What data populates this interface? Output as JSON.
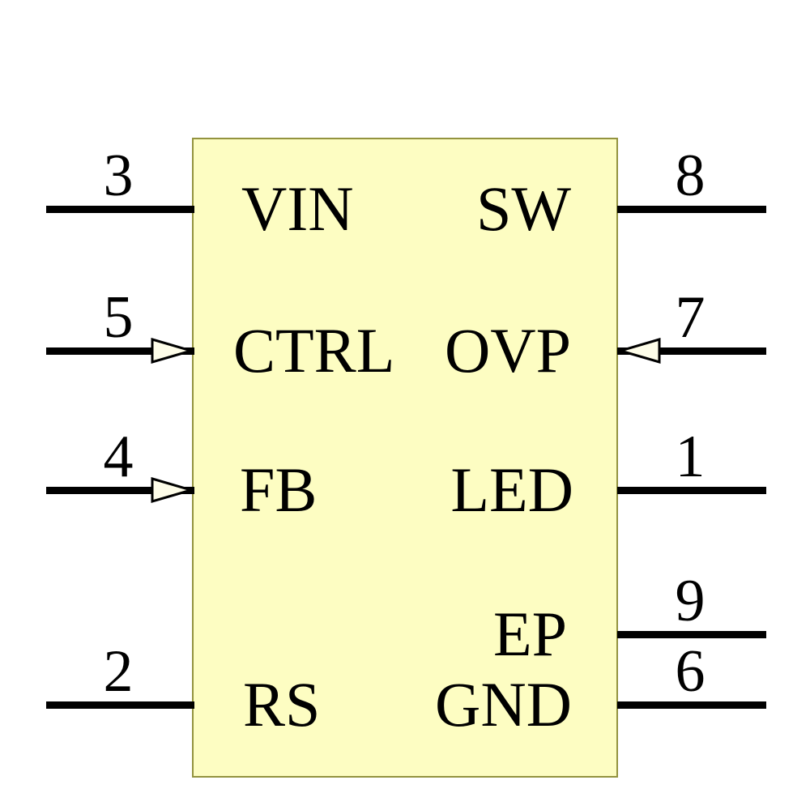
{
  "diagram_type": "ic-schematic-symbol",
  "colors": {
    "body_fill": "#FDFDC2",
    "body_border": "#93933F",
    "wire": "#000000",
    "arrow_fill": "#FEFDE9"
  },
  "pins": {
    "left": [
      {
        "number": "3",
        "name": "VIN",
        "arrow": false
      },
      {
        "number": "5",
        "name": "CTRL",
        "arrow": true
      },
      {
        "number": "4",
        "name": "FB",
        "arrow": true
      },
      {
        "number": "2",
        "name": "RS",
        "arrow": false
      }
    ],
    "right": [
      {
        "number": "8",
        "name": "SW",
        "arrow": false
      },
      {
        "number": "7",
        "name": "OVP",
        "arrow": true
      },
      {
        "number": "1",
        "name": "LED",
        "arrow": false
      },
      {
        "number": "9",
        "name": "EP",
        "arrow": false
      },
      {
        "number": "6",
        "name": "GND",
        "arrow": false
      }
    ]
  }
}
